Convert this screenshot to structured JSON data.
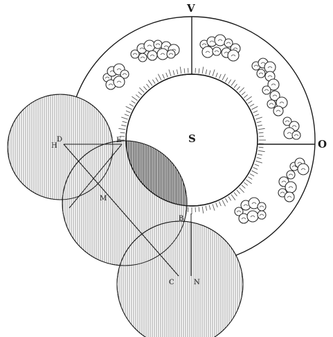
{
  "labels": {
    "top": "V",
    "right": "O",
    "center": "S",
    "left_point": "H",
    "left_point_b": "D",
    "point_e": "E",
    "point_m": "M",
    "point_b": "B",
    "point_c": "C",
    "point_n": "N"
  },
  "colors": {
    "ink": "#1a1a1a",
    "paper": "#ffffff",
    "shade_light": "#c9c9c9",
    "shade_dark": "#7a7a7a"
  }
}
